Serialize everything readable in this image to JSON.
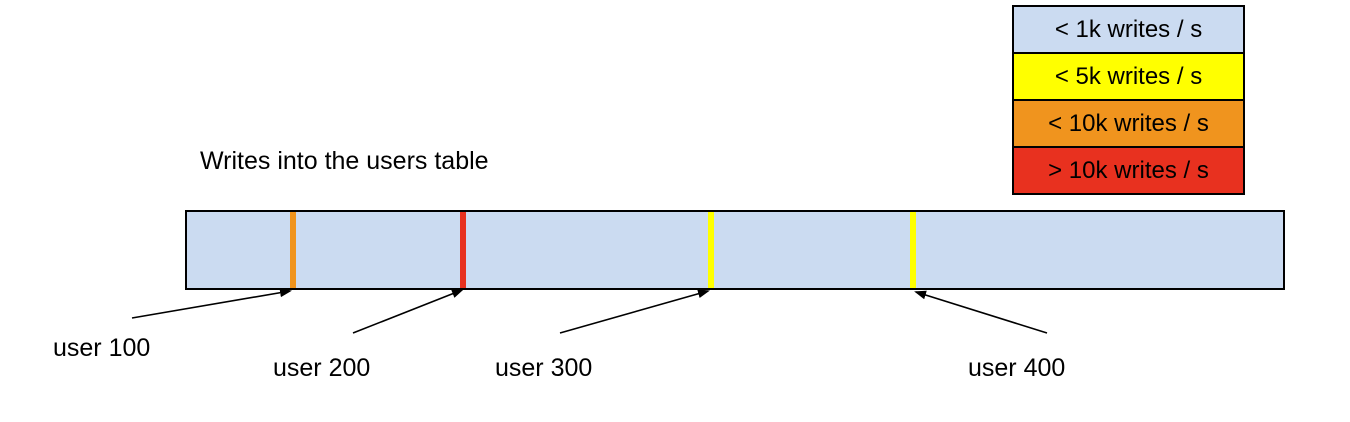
{
  "title": "Writes into the users table",
  "legend": {
    "items": [
      {
        "label": "< 1k writes / s",
        "color": "#cbdbf1"
      },
      {
        "label": "< 5k writes / s",
        "color": "#ffff00"
      },
      {
        "label": "< 10k writes / s",
        "color": "#f0941e"
      },
      {
        "label": "> 10k writes / s",
        "color": "#e8311f"
      }
    ]
  },
  "bar": {
    "fill_color": "#cbdbf1",
    "border_color": "#000000",
    "markers": [
      {
        "user": "user 100",
        "color": "#f0941e",
        "rate_bucket": "< 10k writes / s"
      },
      {
        "user": "user 200",
        "color": "#e8311f",
        "rate_bucket": "> 10k writes / s"
      },
      {
        "user": "user 300",
        "color": "#ffff00",
        "rate_bucket": "< 5k writes / s"
      },
      {
        "user": "user 400",
        "color": "#ffff00",
        "rate_bucket": "< 5k writes / s"
      }
    ]
  }
}
